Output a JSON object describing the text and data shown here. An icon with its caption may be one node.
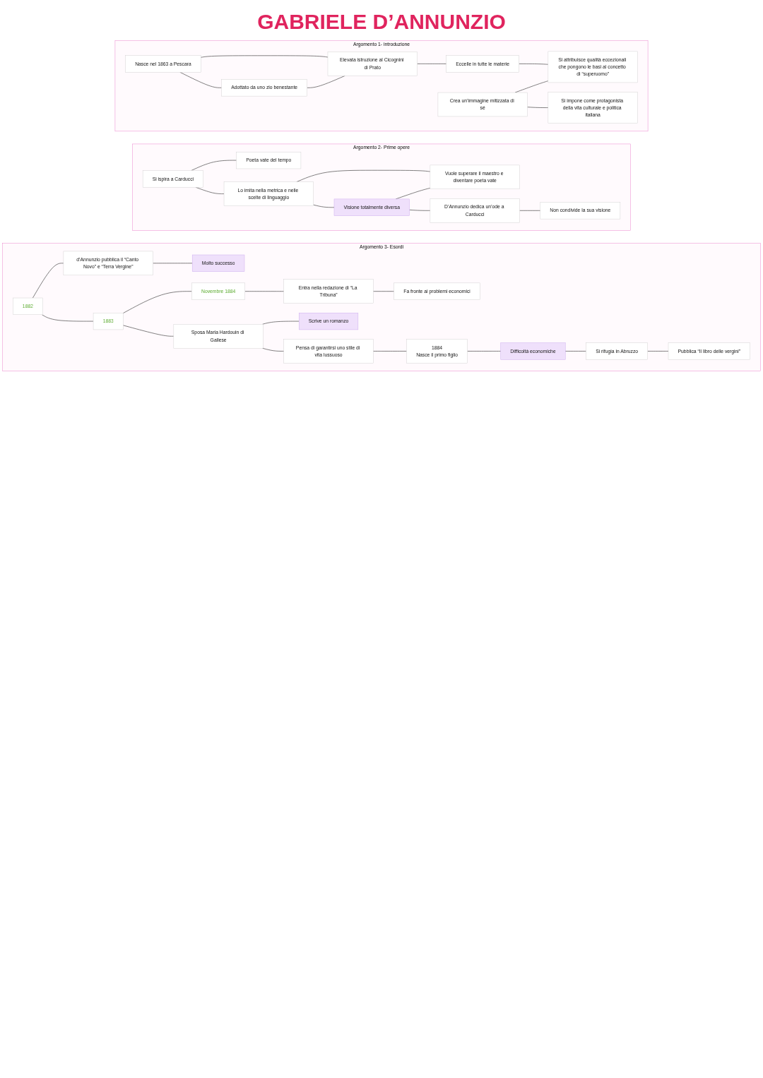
{
  "diagram": {
    "title": "GABRIELE D’ANNUNZIO",
    "nodes": [
      {
        "text": [
          "Argomento 1- introduzione"
        ]
      },
      {
        "text": [
          "Nasce nel 1863 a Pescara"
        ],
        "in": 0
      },
      {
        "text": [
          "Adottato da uno zio benestante"
        ],
        "in": 0
      },
      {
        "text": [
          "Elevata istruzione al Cicognini di Prato"
        ],
        "in": 0
      },
      {
        "text": [
          "Eccelle in tutte le materie"
        ],
        "in": 0
      },
      {
        "text": [
          "Si attribuisce qualità eccezionali che pongono le basi al concetto di “superuomo”"
        ],
        "in": 0
      },
      {
        "text": [
          "Crea un’immagine mitizzata di sé"
        ],
        "in": 0
      },
      {
        "text": [
          "Si impone come protagonista della vita culturale e politica italiana"
        ],
        "in": 0
      },
      {
        "text": [
          "Argomento 2- Prime opere"
        ]
      },
      {
        "text": [
          "Si ispira a Carducci"
        ],
        "in": 8
      },
      {
        "text": [
          "Poeta vate del tempo"
        ],
        "in": 8
      },
      {
        "text": [
          "Lo imita nella metrica e nelle scelte di linguaggio"
        ],
        "in": 8
      },
      {
        "text": [
          "Vuole superare il maestro e diventare poeta vate"
        ],
        "in": 8
      },
      {
        "text": [
          "Visione totalmente diversa"
        ],
        "in": 8
      },
      {
        "text": [
          "D’Annunzio dedica un’ode a Carducci"
        ],
        "in": 8
      },
      {
        "text": [
          "Non condivide la sua visione"
        ],
        "in": 8
      },
      {
        "text": [
          "Argomento 3- Esordi"
        ]
      },
      {
        "text": [
          "1882"
        ],
        "in": 16
      },
      {
        "text": [
          "d’Annunzio pubblica il “Canto Novo” e “Terra Vergine”"
        ],
        "in": 16
      },
      {
        "text": [
          "Molto successo"
        ],
        "in": 16
      },
      {
        "text": [
          "1883"
        ],
        "in": 16
      },
      {
        "text": [
          "Sposa Maria Hardouin di Gallese"
        ],
        "in": 16
      },
      {
        "text": [
          "Pensa di garantirsi uno stile di vita lussuoso"
        ],
        "in": 16
      },
      {
        "text": [
          "Scrive un romanzo"
        ],
        "in": 16
      },
      {
        "text": [
          "Novembre 1884"
        ],
        "in": 16
      },
      {
        "text": [
          "Entra nella redazione di “La Tribuna”"
        ],
        "in": 16
      },
      {
        "text": [
          "Fa fronte ai problemi economici"
        ],
        "in": 16
      },
      {
        "text": [
          "1884",
          "Nasce il primo figlio"
        ],
        "in": 16
      },
      {
        "text": [
          "Difficoltà economiche"
        ],
        "in": 16
      },
      {
        "text": [
          "Si rifugia in Abruzzo"
        ],
        "in": 16
      },
      {
        "text": [
          "Pubblica “Il libro delle vergini”"
        ],
        "in": 16
      }
    ],
    "edges": [
      {
        "from": 1,
        "to": 2,
        "arrow": "none"
      },
      {
        "from": 1,
        "to": 3,
        "arrow": "none"
      },
      {
        "from": 2,
        "to": 3,
        "arrow": "none"
      },
      {
        "from": 3,
        "to": 4,
        "arrow": "none"
      },
      {
        "from": 4,
        "to": 5,
        "arrow": "none"
      },
      {
        "from": 6,
        "to": 5,
        "arrow": "none"
      },
      {
        "from": 6,
        "to": 7,
        "arrow": "none"
      },
      {
        "from": 9,
        "to": 10,
        "arrow": "none"
      },
      {
        "from": 9,
        "to": 11,
        "arrow": "none"
      },
      {
        "from": 11,
        "to": 12,
        "arrow": "none"
      },
      {
        "from": 11,
        "to": 13,
        "arrow": "none"
      },
      {
        "from": 13,
        "to": 12,
        "arrow": "none"
      },
      {
        "from": 13,
        "to": 14,
        "arrow": "none"
      },
      {
        "from": 14,
        "to": 15,
        "arrow": "none"
      },
      {
        "from": 17,
        "to": 18,
        "arrow": "none"
      },
      {
        "from": 18,
        "to": 19,
        "arrow": "none"
      },
      {
        "from": 17,
        "to": 20,
        "arrow": "none"
      },
      {
        "from": 20,
        "to": 21,
        "arrow": "none"
      },
      {
        "from": 21,
        "to": 22,
        "arrow": "none"
      },
      {
        "from": 21,
        "to": 23,
        "arrow": "none"
      },
      {
        "from": 20,
        "to": 24,
        "arrow": "none"
      },
      {
        "from": 24,
        "to": 25,
        "arrow": "none"
      },
      {
        "from": 25,
        "to": 26,
        "arrow": "none"
      },
      {
        "from": 22,
        "to": 27,
        "arrow": "none"
      },
      {
        "from": 27,
        "to": 28,
        "arrow": "none"
      },
      {
        "from": 28,
        "to": 29,
        "arrow": "none"
      },
      {
        "from": 29,
        "to": 30,
        "arrow": "none"
      }
    ]
  }
}
